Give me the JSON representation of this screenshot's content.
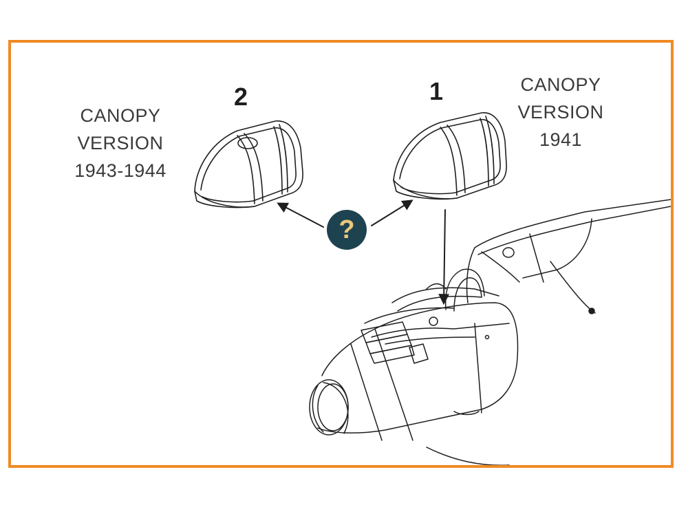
{
  "left_option": {
    "number": "2",
    "caption": "CANOPY\nVERSION\n1943-1944"
  },
  "right_option": {
    "number": "1",
    "caption": "CANOPY\nVERSION\n1941"
  },
  "help_badge": {
    "symbol": "?",
    "color": "#1e4350",
    "symbol_color": "#e9c77b"
  },
  "colors": {
    "frame": "#f08a24",
    "line": "#1e1e1e"
  }
}
